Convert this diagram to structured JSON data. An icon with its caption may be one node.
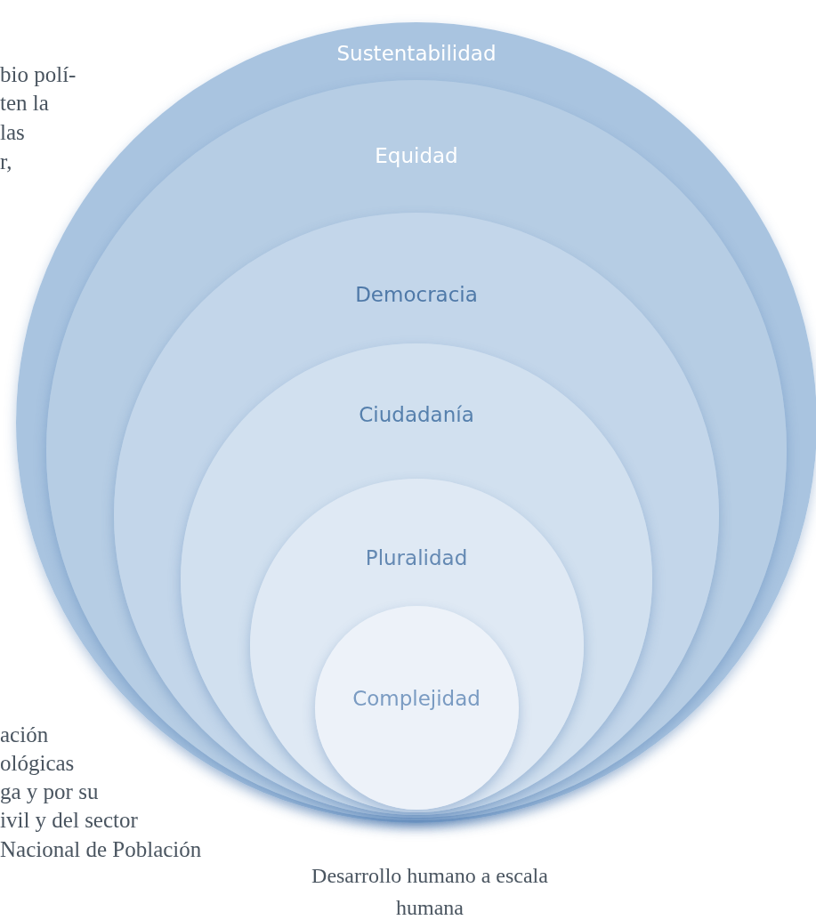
{
  "diagram": {
    "caption": "Desarrollo humano a escala humana",
    "nodes": [
      {
        "text": [
          "Sustentabilidad"
        ]
      },
      {
        "text": [
          "Equidad"
        ],
        "in": 0
      },
      {
        "text": [
          "Democracia"
        ],
        "in": 1
      },
      {
        "text": [
          "Ciudadanía"
        ],
        "in": 2
      },
      {
        "text": [
          "Pluralidad"
        ],
        "in": 3
      },
      {
        "text": [
          "Complejidad"
        ],
        "in": 4
      }
    ],
    "edges": [],
    "labels": [
      "bio polí-",
      "ten la",
      "las",
      "r,",
      "ación",
      "ológicas",
      "ga y por su",
      "ivil y del sector",
      "Nacional de Población"
    ]
  }
}
